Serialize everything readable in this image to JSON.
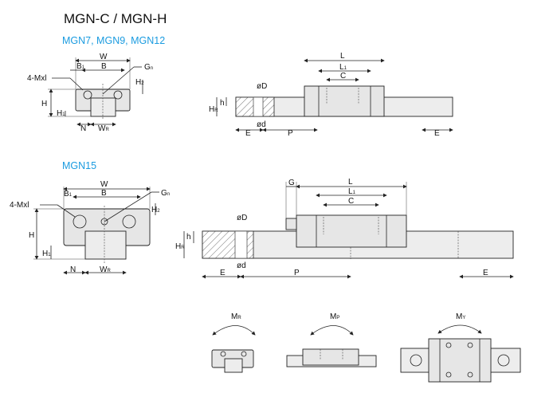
{
  "title": "MGN-C / MGN-H",
  "section1": {
    "heading": "MGN7, MGN9, MGN12"
  },
  "section2": {
    "heading": "MGN15"
  },
  "labels": {
    "W": "W",
    "B": "B",
    "B1": "B",
    "B1_sub": "1",
    "Gn": "G",
    "Gn_sub": "n",
    "Mxl": "4-Mxl",
    "H": "H",
    "H1": "H",
    "H1_sub": "1",
    "H2": "H",
    "H2_sub": "2",
    "N": "N",
    "WR": "W",
    "WR_sub": "R",
    "L": "L",
    "L1": "L",
    "L1_sub": "1",
    "C": "C",
    "D": "øD",
    "d": "ød",
    "h": "h",
    "HR": "H",
    "HR_sub": "R",
    "E": "E",
    "P": "P",
    "G": "G"
  },
  "moments": [
    {
      "label": "M",
      "sub": "R"
    },
    {
      "label": "M",
      "sub": "P"
    },
    {
      "label": "M",
      "sub": "Y"
    }
  ],
  "colors": {
    "accent": "#1a9be0"
  }
}
